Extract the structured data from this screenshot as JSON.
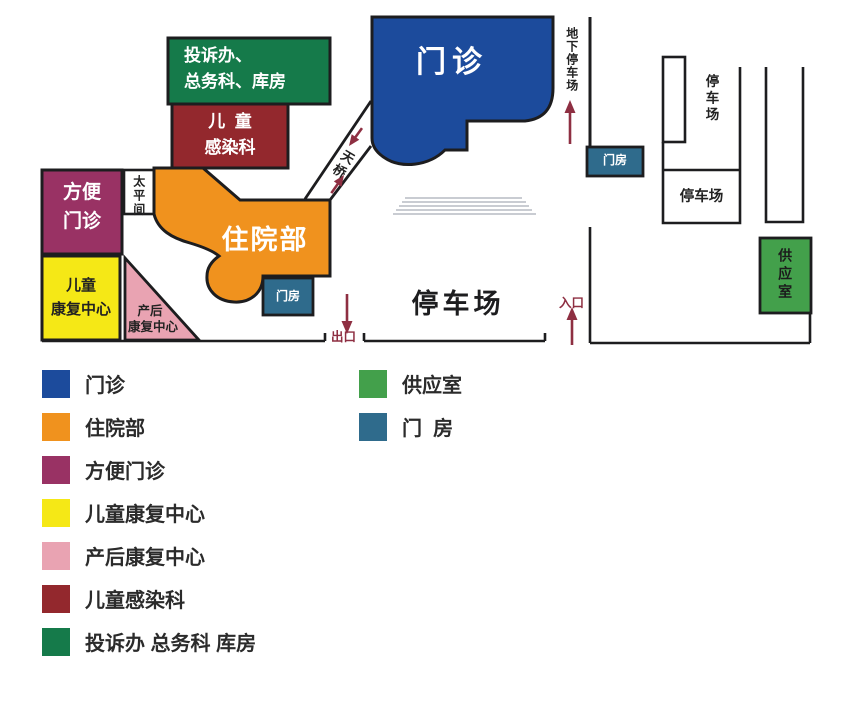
{
  "colors": {
    "outpatient_blue": "#1c4b9c",
    "inpatient_orange": "#f0921e",
    "convenient_berry": "#993264",
    "children_rehab_yellow": "#f5e816",
    "postpartum_pink": "#e9a3b2",
    "infection_brick": "#93282d",
    "admin_green": "#157a4a",
    "supply_green": "#43a04b",
    "gatehouse_teal": "#2f6b8c",
    "arrow_maroon": "#8e2f42",
    "line_black": "#1d1d1f",
    "morgue_white": "#ffffff"
  },
  "map": {
    "buildings": {
      "admin": {
        "line1": "投诉办、",
        "line2": "总务科、库房"
      },
      "infection": {
        "line1": "儿  童",
        "line2": "感染科"
      },
      "morgue": {
        "label": "太平间"
      },
      "convenient": {
        "line1": "方便",
        "line2": "门诊"
      },
      "children_rehab": {
        "line1": "儿童",
        "line2": "康复中心"
      },
      "postpartum": {
        "line1": "产后",
        "line2": "康复中心"
      },
      "inpatient": {
        "label": "住院部"
      },
      "outpatient": {
        "label": "门诊"
      },
      "gatehouse_west": {
        "label": "门房"
      },
      "gatehouse_east": {
        "label": "门房"
      },
      "supply": {
        "label": "供应室"
      }
    },
    "labels": {
      "underground_parking": "地下停车场",
      "north_parking_vertical": "停车场",
      "north_parking": "停车场",
      "main_parking": "停车场",
      "footbridge": "天桥",
      "exit": "出口",
      "entrance": "入口"
    }
  },
  "legend": {
    "left": [
      {
        "label": "门诊",
        "color": "#1c4b9c"
      },
      {
        "label": "住院部",
        "color": "#f0921e"
      },
      {
        "label": "方便门诊",
        "color": "#993264"
      },
      {
        "label": "儿童康复中心",
        "color": "#f5e816"
      },
      {
        "label": "产后康复中心",
        "color": "#e9a3b2"
      },
      {
        "label": "儿童感染科",
        "color": "#93282d"
      },
      {
        "label": "投诉办 总务科 库房",
        "color": "#157a4a"
      }
    ],
    "right": [
      {
        "label": "供应室",
        "color": "#43a04b"
      },
      {
        "label": "门  房",
        "color": "#2f6b8c"
      }
    ]
  }
}
